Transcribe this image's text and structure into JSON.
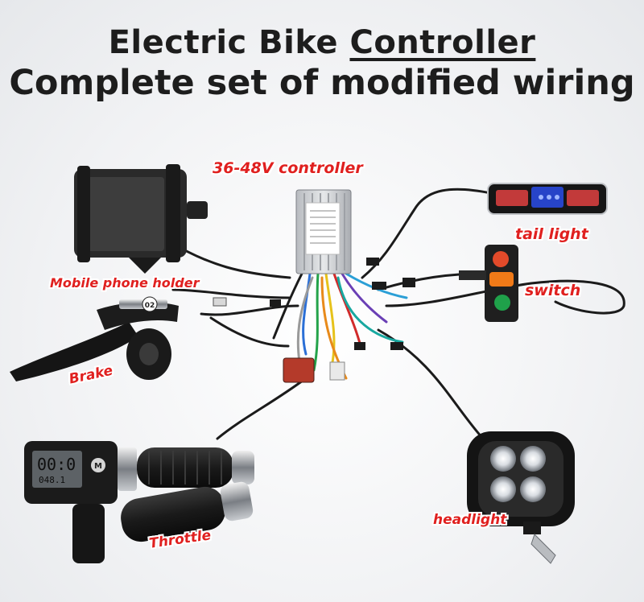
{
  "title": {
    "line1_part1": "Electric  Bike ",
    "line1_part2": "Controller",
    "line2": "Complete set of modified wiring"
  },
  "labels": {
    "controller": "36-48V controller",
    "phone_holder": "Mobile phone holder",
    "tail_light": "tail light",
    "switch": "switch",
    "brake": "Brake",
    "throttle": "Throttle",
    "headlight": "headlight"
  },
  "display": {
    "digits": "00:0",
    "sub": "048.1",
    "button": "M"
  },
  "brake_tag": "02",
  "colors": {
    "label_red": "#e0201f",
    "title": "#1d1d1d",
    "controller_body": "#c9ccd0",
    "cable": "#1b1b1b"
  }
}
